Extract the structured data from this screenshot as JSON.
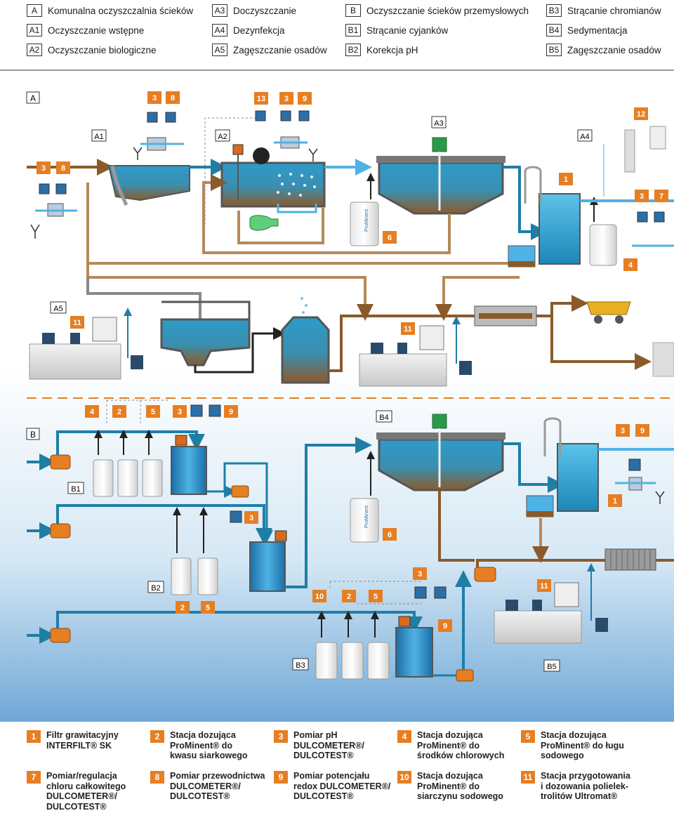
{
  "legend_top": [
    {
      "code": "A",
      "text": "Komunalna oczyszczalnia ścieków"
    },
    {
      "code": "A3",
      "text": "Doczyszczanie"
    },
    {
      "code": "B",
      "text": "Oczyszczanie ścieków przemysłowych"
    },
    {
      "code": "B3",
      "text": "Strącanie chromianów"
    },
    {
      "code": "A1",
      "text": "Oczyszczanie wstępne"
    },
    {
      "code": "A4",
      "text": "Dezynfekcja"
    },
    {
      "code": "B1",
      "text": "Strącanie cyjanków"
    },
    {
      "code": "B4",
      "text": "Sedymentacja"
    },
    {
      "code": "A2",
      "text": "Oczyszczanie biologiczne"
    },
    {
      "code": "A5",
      "text": "Zagęszczanie osadów"
    },
    {
      "code": "B2",
      "text": "Korekcja pH"
    },
    {
      "code": "B5",
      "text": "Zagęszczanie osadów"
    }
  ],
  "section_labels": {
    "A": "A",
    "B": "B"
  },
  "stage_labels": {
    "A1": "A1",
    "A2": "A2",
    "A3": "A3",
    "A4": "A4",
    "A5": "A5",
    "B1": "B1",
    "B2": "B2",
    "B3": "B3",
    "B4": "B4",
    "B5": "B5"
  },
  "badges": {
    "b3": "3",
    "b8": "8",
    "b13": "13",
    "b9": "9",
    "b12": "12",
    "b1": "1",
    "b7": "7",
    "b6": "6",
    "b4": "4",
    "b11": "11",
    "b2": "2",
    "b5": "5",
    "b10": "10"
  },
  "bottom_legend": [
    {
      "num": "1",
      "lines": [
        "Filtr grawitacyjny",
        "INTERFILT® SK",
        "",
        ""
      ]
    },
    {
      "num": "2",
      "lines": [
        "Stacja dozująca",
        "ProMinent® do",
        "kwasu siarkowego",
        ""
      ]
    },
    {
      "num": "3",
      "lines": [
        "Pomiar pH",
        "DULCOMETER®/",
        "DULCOTEST®",
        ""
      ]
    },
    {
      "num": "4",
      "lines": [
        "Stacja dozująca",
        "ProMinent® do",
        "środków chlorowych",
        ""
      ]
    },
    {
      "num": "5",
      "lines": [
        "Stacja dozująca",
        "ProMinent® do ługu",
        "sodowego",
        ""
      ]
    },
    {
      "num": "7",
      "lines": [
        "Pomiar/regulacja",
        "chloru całkowitego",
        "DULCOMETER®/",
        "DULCOTEST®"
      ]
    },
    {
      "num": "8",
      "lines": [
        "Pomiar przewodnictwa",
        "DULCOMETER®/",
        "DULCOTEST®",
        ""
      ]
    },
    {
      "num": "9",
      "lines": [
        "Pomiar potencjału",
        "redox DULCOMETER®/",
        "DULCOTEST®",
        ""
      ]
    },
    {
      "num": "10",
      "lines": [
        "Stacja dozująca",
        "ProMinent® do",
        "siarczynu sodowego",
        ""
      ]
    },
    {
      "num": "11",
      "lines": [
        "Stacja przygotowania",
        "i dozowania polielek-",
        "trolitów Ultromat®",
        ""
      ]
    }
  ],
  "tank_brand": "ProMinent",
  "colors": {
    "accent": "#e67e22",
    "pipe_blue": "#1f7ea6",
    "pipe_brown": "#8a5a2b",
    "water": "#35a6d6",
    "sludge": "#8c5a2a"
  }
}
